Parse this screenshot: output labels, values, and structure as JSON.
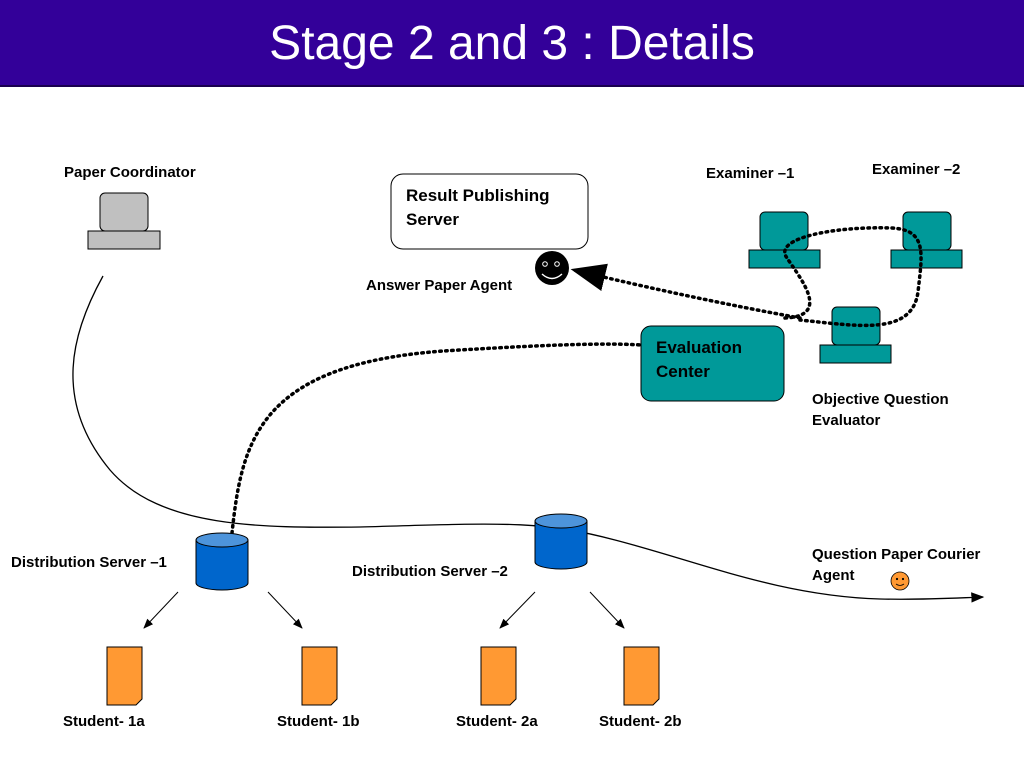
{
  "slide": {
    "title": "Stage 2 and 3 : Details"
  },
  "colors": {
    "header_bg": "#330099",
    "title_text": "#ffffff",
    "teal": "#009999",
    "cylinder_blue": "#0066cc",
    "document_orange": "#ff9933",
    "computer_grey": "#c0c0c0",
    "courier_agent": "#ff9933"
  },
  "nodes": {
    "paper_coordinator": "Paper Coordinator",
    "result_publishing_server": {
      "line1": "Result Publishing",
      "line2": "Server"
    },
    "answer_paper_agent": "Answer Paper Agent",
    "examiner_1": "Examiner –1",
    "examiner_2": "Examiner –2",
    "evaluation_center": {
      "line1": "Evaluation",
      "line2": "Center"
    },
    "objective_question_evaluator": {
      "line1": "Objective Question",
      "line2": "Evaluator"
    },
    "distribution_server_1": "Distribution Server –1",
    "distribution_server_2": "Distribution Server –2",
    "question_paper_courier_agent": {
      "line1": "Question Paper Courier",
      "line2": "Agent"
    },
    "students": [
      "Student- 1a",
      "Student- 1b",
      "Student- 2a",
      "Student- 2b"
    ]
  }
}
